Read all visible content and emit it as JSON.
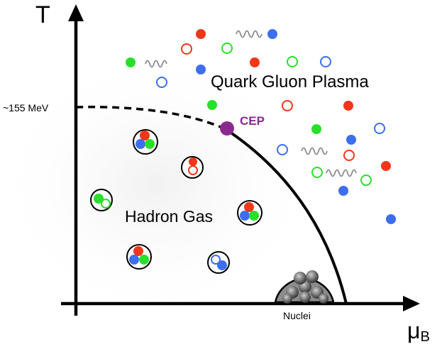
{
  "labels": {
    "y_axis": "T",
    "x_axis_main": "μ",
    "x_axis_sub": "B",
    "temperature_marker": "~155 MeV",
    "qgp_phase": "Quark Gluon Plasma",
    "hadron_phase": "Hadron Gas",
    "critical_point": "CEP",
    "nuclei": "Nuclei"
  },
  "colors": {
    "quark_red": "#f2361a",
    "quark_green": "#28e02a",
    "quark_blue": "#3d6ef0",
    "cep": "#8b2a8e",
    "gluon": "#8a8a8a",
    "nucleus_fill": "#777777"
  }
}
